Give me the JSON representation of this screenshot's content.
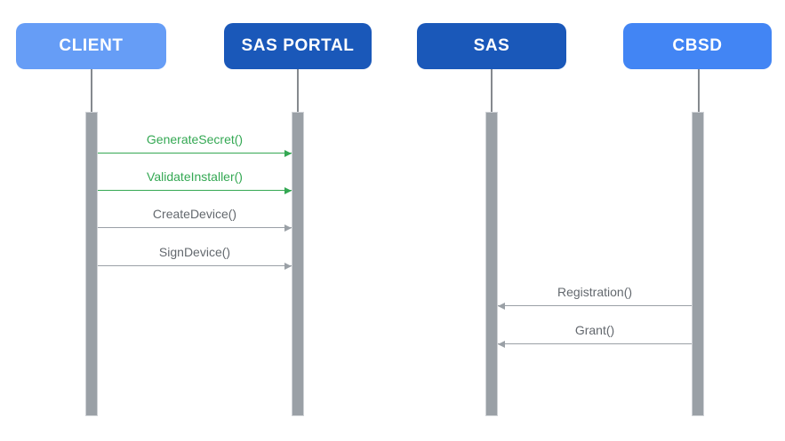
{
  "diagram": {
    "type": "sequence-diagram",
    "background_color": "#FFFFFF"
  },
  "colors": {
    "actor_light_blue": "#669DF6",
    "actor_dark_blue": "#1A58B9",
    "actor_medium_blue": "#4285F4",
    "message_green": "#34A853",
    "message_gray_line": "#9AA0A6",
    "message_gray_text": "#63686E",
    "activation_bar_gray": "#9AA0A6",
    "actor_label_text": "#FFFFFF"
  },
  "actors": [
    {
      "label": "CLIENT",
      "color": "#669DF6"
    },
    {
      "label": "SAS PORTAL",
      "color": "#1A58B9"
    },
    {
      "label": "SAS",
      "color": "#1A58B9"
    },
    {
      "label": "CBSD",
      "color": "#4285F4"
    }
  ],
  "messages": [
    {
      "label": "GenerateSecret()",
      "from": "CLIENT",
      "to": "SAS PORTAL",
      "direction": "right",
      "color": "#34A853"
    },
    {
      "label": "ValidateInstaller()",
      "from": "CLIENT",
      "to": "SAS PORTAL",
      "direction": "right",
      "color": "#34A853"
    },
    {
      "label": "CreateDevice()",
      "from": "CLIENT",
      "to": "SAS PORTAL",
      "direction": "right",
      "color": "#9AA0A6"
    },
    {
      "label": "SignDevice()",
      "from": "CLIENT",
      "to": "SAS PORTAL",
      "direction": "right",
      "color": "#9AA0A6"
    },
    {
      "label": "Registration()",
      "from": "CBSD",
      "to": "SAS",
      "direction": "left",
      "color": "#9AA0A6"
    },
    {
      "label": "Grant()",
      "from": "CBSD",
      "to": "SAS",
      "direction": "left",
      "color": "#9AA0A6"
    }
  ]
}
